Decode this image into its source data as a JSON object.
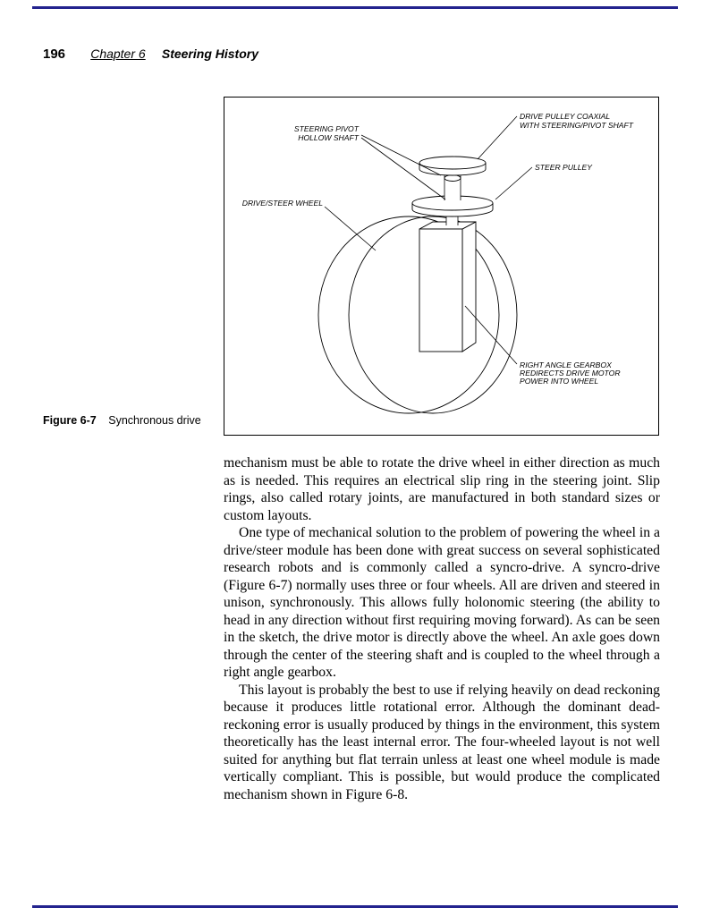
{
  "page": {
    "number": "196",
    "chapter": "Chapter 6",
    "section": "Steering History"
  },
  "figure": {
    "label": "Figure 6-7",
    "caption": "Synchronous drive",
    "diagram": {
      "steering_pivot": [
        "STEERING PIVOT",
        "HOLLOW SHAFT"
      ],
      "drive_pulley": [
        "DRIVE PULLEY COAXIAL",
        "WITH STEERING/PIVOT SHAFT"
      ],
      "steer_pulley": [
        "STEER PULLEY"
      ],
      "drive_steer_wheel": [
        "DRIVE/STEER WHEEL"
      ],
      "right_angle_gearbox": [
        "RIGHT ANGLE GEARBOX",
        "REDIRECTS DRIVE MOTOR",
        "POWER INTO WHEEL"
      ]
    }
  },
  "body": {
    "p1": "mechanism must be able to rotate the drive wheel in either direction as much as is needed. This requires an electrical slip ring in the steering joint. Slip rings, also called rotary joints, are manufactured in both standard sizes or custom layouts.",
    "p2": "One type of mechanical solution to the problem of powering the wheel in a drive/steer module has been done with great success on several sophisticated research robots and is commonly called a syncro-drive. A syncro-drive (Figure 6-7) normally uses three or four wheels. All are driven and steered in unison, synchronously. This allows fully holonomic steering (the ability to head in any direction without first requiring moving forward). As can be seen in the sketch, the drive motor is directly above the wheel. An axle goes down through the center of the steering shaft and is coupled to the wheel through a right angle gearbox.",
    "p3": "This layout is probably the best to use if relying heavily on dead reckoning because it produces little rotational error. Although the dominant dead-reckoning error is usually produced by things in the environment, this system theoretically has the least internal error. The four-wheeled layout is not well suited for anything but flat terrain unless at least one wheel module is made vertically compliant. This is possible, but would produce the complicated mechanism shown in Figure 6-8."
  }
}
